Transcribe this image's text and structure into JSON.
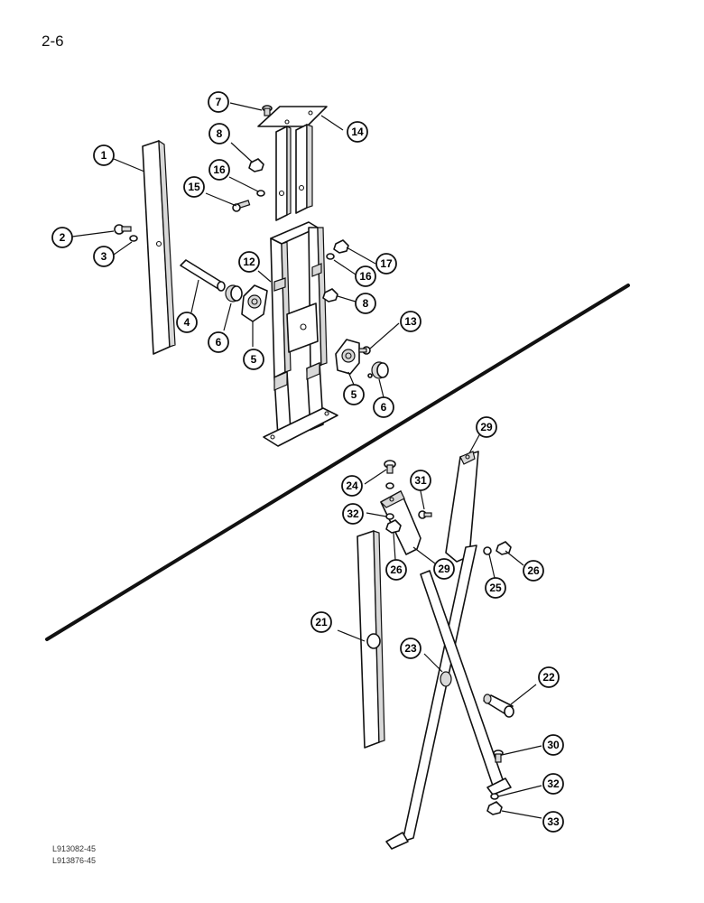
{
  "page": {
    "number": "2-6"
  },
  "reference_codes": [
    "L913082-45",
    "L913876-45"
  ],
  "callouts": {
    "c1": "1",
    "c2": "2",
    "c3": "3",
    "c4": "4",
    "c5a": "5",
    "c5b": "5",
    "c6a": "6",
    "c6b": "6",
    "c7": "7",
    "c8a": "8",
    "c8b": "8",
    "c12": "12",
    "c13": "13",
    "c14": "14",
    "c15": "15",
    "c16a": "16",
    "c16b": "16",
    "c17": "17",
    "c21": "21",
    "c22": "22",
    "c23": "23",
    "c24": "24",
    "c25": "25",
    "c26a": "26",
    "c26b": "26",
    "c29a": "29",
    "c29b": "29",
    "c30": "30",
    "c31": "31",
    "c32a": "32",
    "c32b": "32",
    "c33": "33"
  }
}
